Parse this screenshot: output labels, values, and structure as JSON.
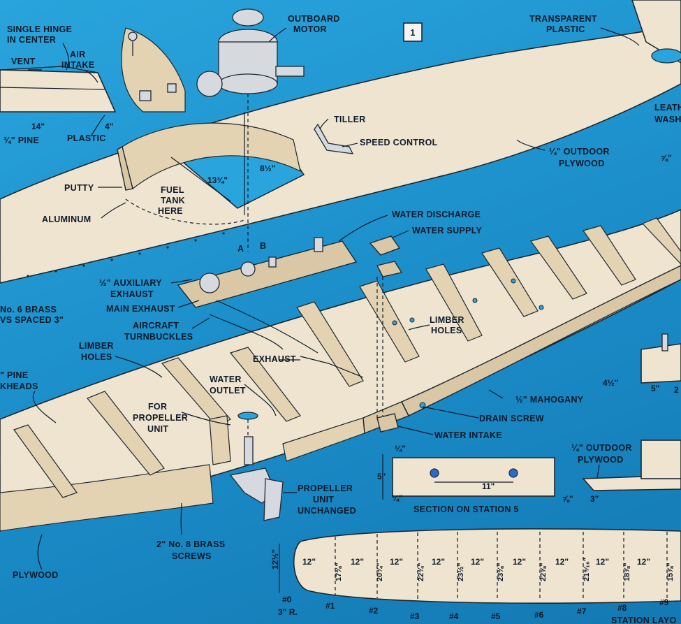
{
  "figure_number": "1",
  "labels": {
    "single_hinge": [
      "SINGLE HINGE",
      "IN CENTER"
    ],
    "vent": "VENT",
    "air_intake": [
      "AIR",
      "INTAKE"
    ],
    "outboard_motor": [
      "OUTBOARD",
      "MOTOR"
    ],
    "transparent_plastic": [
      "TRANSPARENT",
      "PLASTIC"
    ],
    "leather_washer": [
      "LEATH",
      "WASH"
    ],
    "pine_3_4": "¾\" PINE",
    "plastic": "PLASTIC",
    "tiller": "TILLER",
    "speed_control": "SPEED CONTROL",
    "outdoor_plywood_top": [
      "¼\" OUTDOOR",
      "PLYWOOD"
    ],
    "putty": "PUTTY",
    "fuel_tank": [
      "FUEL",
      "TANK",
      "HERE"
    ],
    "aluminum": "ALUMINUM",
    "water_discharge": "WATER DISCHARGE",
    "water_supply": "WATER SUPPLY",
    "a": "A",
    "b": "B",
    "aux_exhaust": [
      "½\" AUXILIARY",
      "EXHAUST"
    ],
    "brass_screws_top": [
      "No. 6 BRASS",
      "VS SPACED 3\""
    ],
    "main_exhaust": "MAIN EXHAUST",
    "turnbuckles": [
      "AIRCRAFT",
      "TURNBUCKLES"
    ],
    "limber_holes_right": [
      "LIMBER",
      "HOLES"
    ],
    "limber_holes_left": [
      "LIMBER",
      "HOLES"
    ],
    "pine_bulkheads": [
      "\" PINE",
      "KHEADS"
    ],
    "exhaust": "EXHAUST",
    "water_outlet": [
      "WATER",
      "OUTLET"
    ],
    "propeller_unit": [
      "FOR",
      "PROPELLER",
      "UNIT"
    ],
    "mahogany": "½\" MAHOGANY",
    "drain_screw": "DRAIN SCREW",
    "water_intake": "WATER INTAKE",
    "prop_unchanged": [
      "PROPELLER",
      "UNIT",
      "UNCHANGED"
    ],
    "brass_screws_bottom": [
      "2\" No. 8 BRASS",
      "SCREWS"
    ],
    "plywood_bottom_left": "PLYWOOD",
    "section_station5": "SECTION ON STATION 5",
    "outdoor_plywood_right": [
      "¼\" OUTDOOR",
      "PLYWOOD"
    ],
    "station_layout": "STATION LAYO"
  },
  "dimensions": {
    "d14": "14\"",
    "d4": "4\"",
    "d8_5": "8½\"",
    "d13_75": "13¾\"",
    "d1_4_top": "¼\"",
    "d5": "5\"",
    "d11": "11\"",
    "d1_4_bottom": "¼\"",
    "d4_5": "4½\"",
    "d5r": "5\"",
    "d2": "2",
    "d5_8_top": "⅝\"",
    "d5_8": "⅝\"",
    "d3": "3\"",
    "d12_5": "12½\"",
    "r3": "3\" R."
  },
  "station_widths": [
    "12\"",
    "12\"",
    "12\"",
    "12\"",
    "12\"",
    "12\"",
    "12\"",
    "12\"",
    "12\""
  ],
  "station_depths": [
    "17⅜\"",
    "20¾\"",
    "22¾\"",
    "23½\"",
    "23⅜\"",
    "22⅝\"",
    "21⁹⁄₁₆\"",
    "18⅞\"",
    "15⅞\""
  ],
  "station_numbers": [
    "#0",
    "#1",
    "#2",
    "#3",
    "#4",
    "#5",
    "#6",
    "#7",
    "#8",
    "#9"
  ]
}
